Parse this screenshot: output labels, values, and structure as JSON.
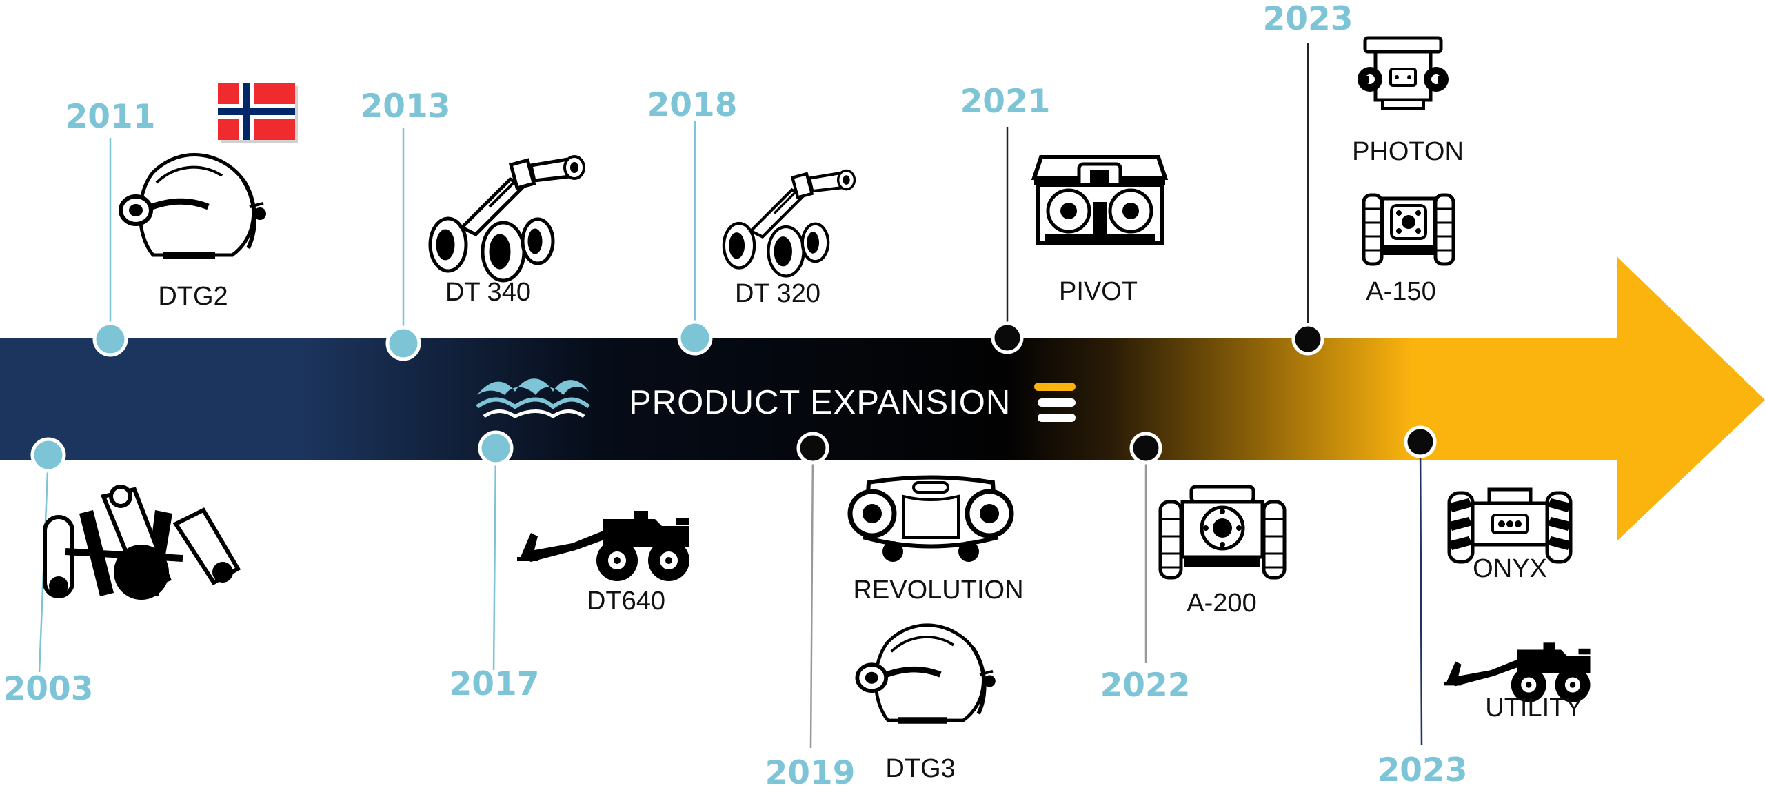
{
  "diagram": {
    "title": "PRODUCT EXPANSION",
    "colors": {
      "bar_start": "#1c355e",
      "bar_mid": "#020408",
      "bar_end": "#fbb30e",
      "marker_teal": "#7cc4d6",
      "marker_black": "#0a0a0a",
      "year_text": "#7cc4d6",
      "wave": "#7cc4d6",
      "flag_red": "#ef2b2d",
      "flag_blue": "#002868",
      "accent_yellow": "#fbb30e"
    },
    "icons": {
      "waves": "waves-icon",
      "stripes": "stripes-icon",
      "flag": "norway-flag-icon"
    },
    "milestones": [
      {
        "year": "2003",
        "label": "",
        "icon": "twin-cylinder-rov-icon",
        "marker": "teal"
      },
      {
        "year": "2011",
        "label": "DTG2",
        "icon": "compact-rov-icon",
        "marker": "teal"
      },
      {
        "year": "2013",
        "label": "DT 340",
        "icon": "pipe-crawler-icon",
        "marker": "teal"
      },
      {
        "year": "2017",
        "label": "DT640",
        "icon": "crawler-arm-icon",
        "marker": "teal"
      },
      {
        "year": "2018",
        "label": "DT 320",
        "icon": "pipe-crawler-icon",
        "marker": "teal"
      },
      {
        "year": "2019",
        "label": "REVOLUTION",
        "icon": "revolution-rov-icon",
        "marker": "black"
      },
      {
        "year": "",
        "label": "DTG3",
        "icon": "compact-rov-icon",
        "marker": ""
      },
      {
        "year": "2021",
        "label": "PIVOT",
        "icon": "pivot-rov-icon",
        "marker": "black"
      },
      {
        "year": "2022",
        "label": "A-200",
        "icon": "a200-crawler-icon",
        "marker": "black"
      },
      {
        "year": "2023",
        "label": "PHOTON",
        "icon": "photon-rov-icon",
        "marker": "black"
      },
      {
        "year": "",
        "label": "A-150",
        "icon": "a150-crawler-icon",
        "marker": ""
      },
      {
        "year": "2023",
        "label": "ONYX",
        "icon": "onyx-crawler-icon",
        "marker": "black"
      },
      {
        "year": "",
        "label": "UTILITY",
        "icon": "crawler-arm-icon",
        "marker": ""
      }
    ]
  }
}
